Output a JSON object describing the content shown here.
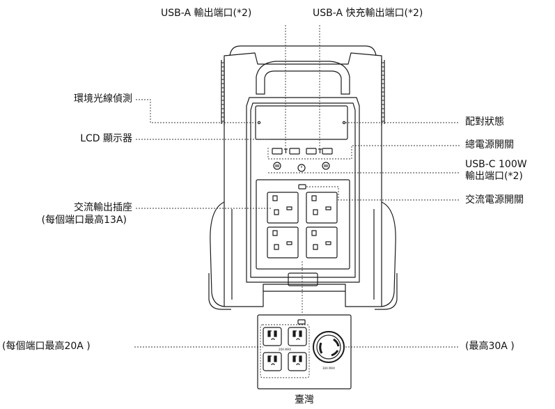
{
  "labels": {
    "usb_a_out": "USB-A 輸出端口(*2)",
    "usb_a_fast": "USB-A 快充輸出端口(*2)",
    "ambient_light": "環境光線偵測",
    "lcd_display": "LCD 顯示器",
    "pairing_status": "配對狀態",
    "main_power_switch": "總電源開關",
    "usb_c_line1": "USB-C 100W",
    "usb_c_line2": "輸出端口(*2)",
    "ac_output_line1": "交流輸出插座",
    "ac_output_line2": "(每個端口最高13A)",
    "ac_power_switch": "交流電源開關",
    "tw_per_port": "(每個端口最高20A )",
    "tw_max": "(最高30A )",
    "taiwan": "臺灣"
  },
  "device_marks": {
    "twenty_a_max": "20A MAX",
    "thirty_a_max": "30A MAX"
  },
  "colors": {
    "line": "#1a1a1a",
    "leader": "#333333"
  }
}
